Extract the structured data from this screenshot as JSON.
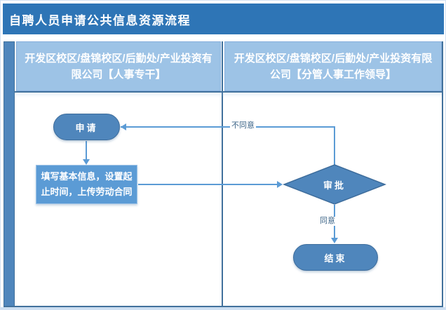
{
  "title": "自聘人员申请公共信息资源流程",
  "lanes": {
    "left": {
      "header": "开发区校区/盘锦校区/后勤处/产业投资有限公司【人事专干】"
    },
    "right": {
      "header": "开发区校区/盘锦校区/后勤处/产业投资有限公司【分管人事工作领导】"
    }
  },
  "nodes": {
    "apply": {
      "type": "start",
      "label": "申请"
    },
    "fill_info": {
      "type": "process",
      "label": "填写基本信息，设置起止时间，上传劳动合同"
    },
    "approve": {
      "type": "decision",
      "label": "审批"
    },
    "end": {
      "type": "end",
      "label": "结束"
    }
  },
  "edges": {
    "apply_to_fill": {
      "label": ""
    },
    "fill_to_approve": {
      "label": ""
    },
    "disagree": {
      "label": "不同意"
    },
    "agree": {
      "label": "同意"
    }
  },
  "colors": {
    "title_bar": "#2E75B6",
    "lane_header_fill": "#9DC3E6",
    "phase_strip": "#4F86BC",
    "node_fill": "#4F86BC",
    "node_border": "#3E6D9C",
    "process_fill": "#5B9BD5",
    "process_border": "#9DC3E6",
    "connector": "#5B9BD5",
    "frame_border": "#41719C",
    "edge_label_text": "#3D6588"
  }
}
